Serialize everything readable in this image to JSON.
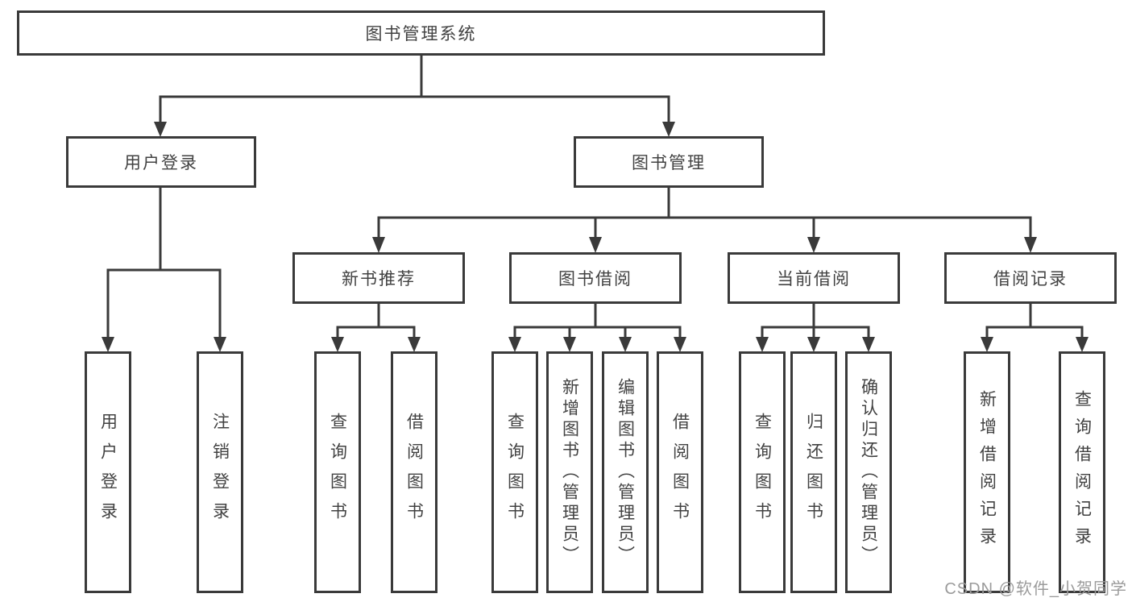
{
  "diagram": {
    "tree": {
      "label": "图书管理系统",
      "children": [
        {
          "label": "用户登录",
          "children": [
            {
              "label": "用户登录"
            },
            {
              "label": "注销登录"
            }
          ]
        },
        {
          "label": "图书管理",
          "children": [
            {
              "label": "新书推荐",
              "children": [
                {
                  "label": "查询图书"
                },
                {
                  "label": "借阅图书"
                }
              ]
            },
            {
              "label": "图书借阅",
              "children": [
                {
                  "label": "查询图书"
                },
                {
                  "label": "新增图书（管理员）"
                },
                {
                  "label": "编辑图书（管理员）"
                },
                {
                  "label": "借阅图书"
                }
              ]
            },
            {
              "label": "当前借阅",
              "children": [
                {
                  "label": "查询图书"
                },
                {
                  "label": "归还图书"
                },
                {
                  "label": "确认归还（管理员）"
                }
              ]
            },
            {
              "label": "借阅记录",
              "children": [
                {
                  "label": "新增借阅记录"
                },
                {
                  "label": "查询借阅记录"
                }
              ]
            }
          ]
        }
      ]
    },
    "colors": {
      "line": "#3a3a3a",
      "text": "#424242",
      "watermark": "#9b9b9b",
      "background": "#ffffff"
    },
    "watermark": "CSDN @软件_小贺同学"
  }
}
